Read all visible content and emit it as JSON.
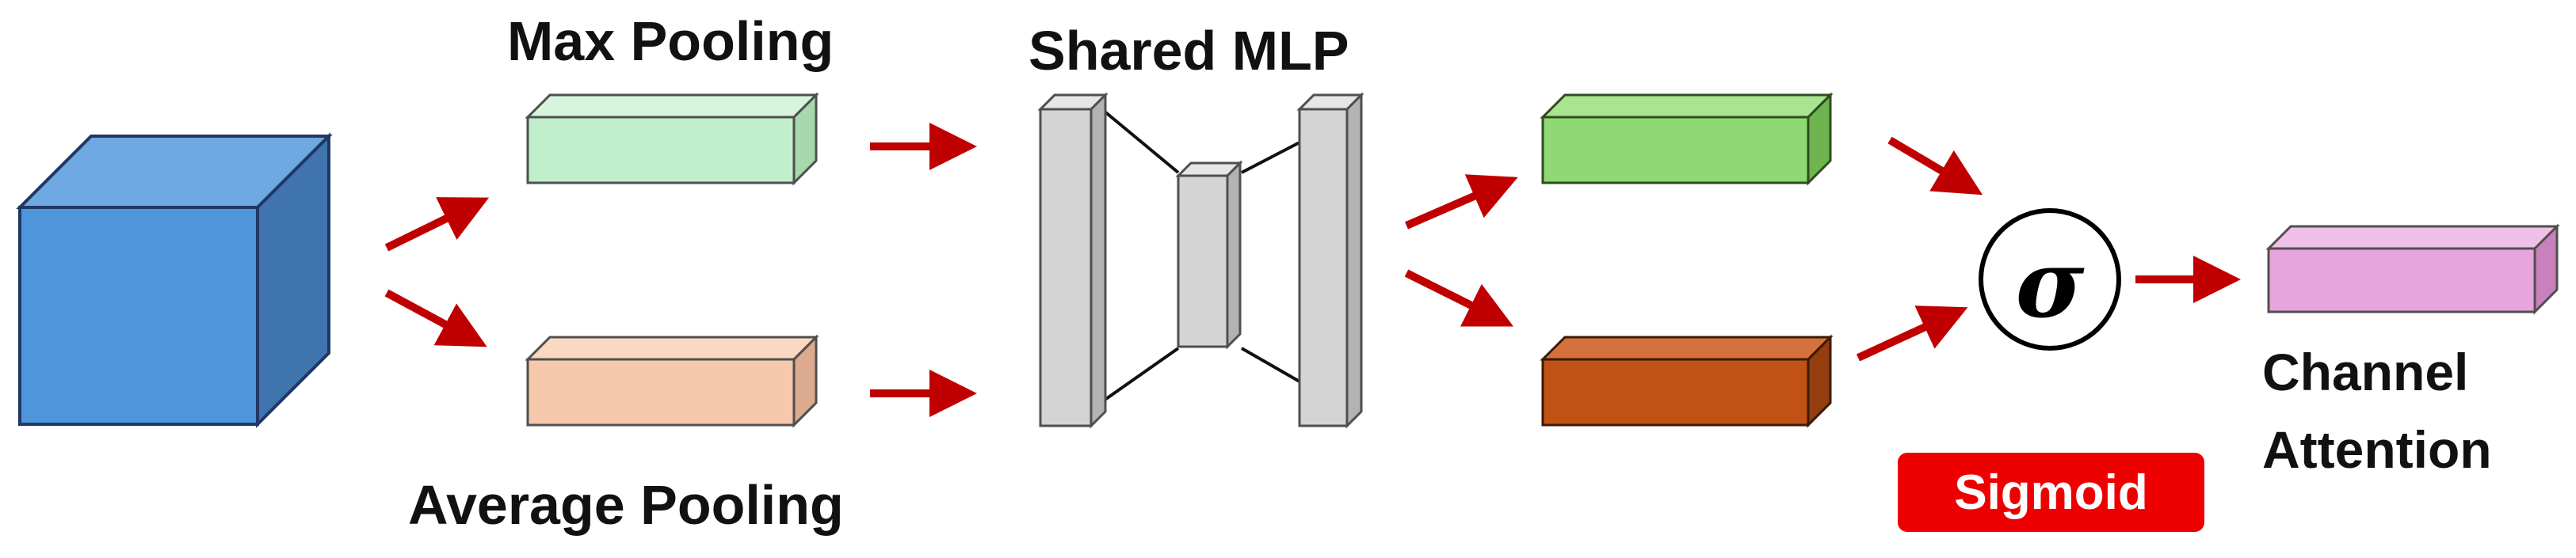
{
  "labels": {
    "max_pooling": "Max Pooling",
    "average_pooling": "Average Pooling",
    "shared_mlp": "Shared MLP",
    "sigmoid": "Sigmoid",
    "sigma": "σ",
    "channel_attention_line1": "Channel",
    "channel_attention_line2": "Attention"
  },
  "colors": {
    "input_cube": "#4f95da",
    "max_pool_vector": "#c2efcb",
    "avg_pool_vector": "#f6c8ac",
    "mlp_layer": "#d4d4d4",
    "max_output_vector": "#8fd874",
    "avg_output_vector": "#c05215",
    "attention_vector": "#e8a4dc",
    "arrow": "#c00000",
    "sigmoid_badge": "#ee0000"
  }
}
